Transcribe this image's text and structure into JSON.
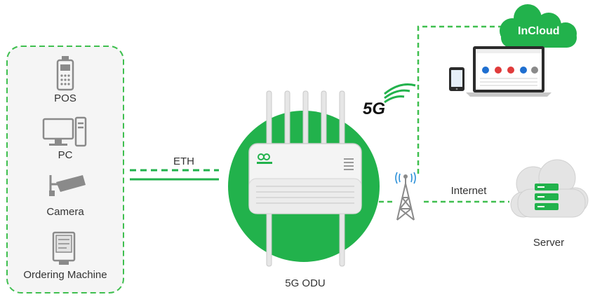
{
  "devices": [
    {
      "label": "POS",
      "icon": "pos-terminal-icon"
    },
    {
      "label": "PC",
      "icon": "desktop-pc-icon"
    },
    {
      "label": "Camera",
      "icon": "security-camera-icon"
    },
    {
      "label": "Ordering Machine",
      "icon": "ordering-kiosk-icon"
    }
  ],
  "links": {
    "eth": "ETH",
    "internet": "Internet"
  },
  "odu": {
    "label": "5G ODU",
    "brand_mark": "inhand-logo",
    "icon": "5g-odu-router-icon"
  },
  "network": {
    "cellular": "5G",
    "tower_icon": "cell-tower-icon"
  },
  "cloud": {
    "label": "InCloud",
    "icon": "cloud-icon"
  },
  "dashboard": {
    "icon": "laptop-dashboard-icon",
    "tablet_icon": "tablet-icon"
  },
  "server": {
    "label": "Server",
    "icon": "cloud-server-icon"
  },
  "colors": {
    "green": "#22b24c",
    "dash_green": "#3fbf4f",
    "icon_gray": "#8a8a8a",
    "text": "#333333"
  }
}
